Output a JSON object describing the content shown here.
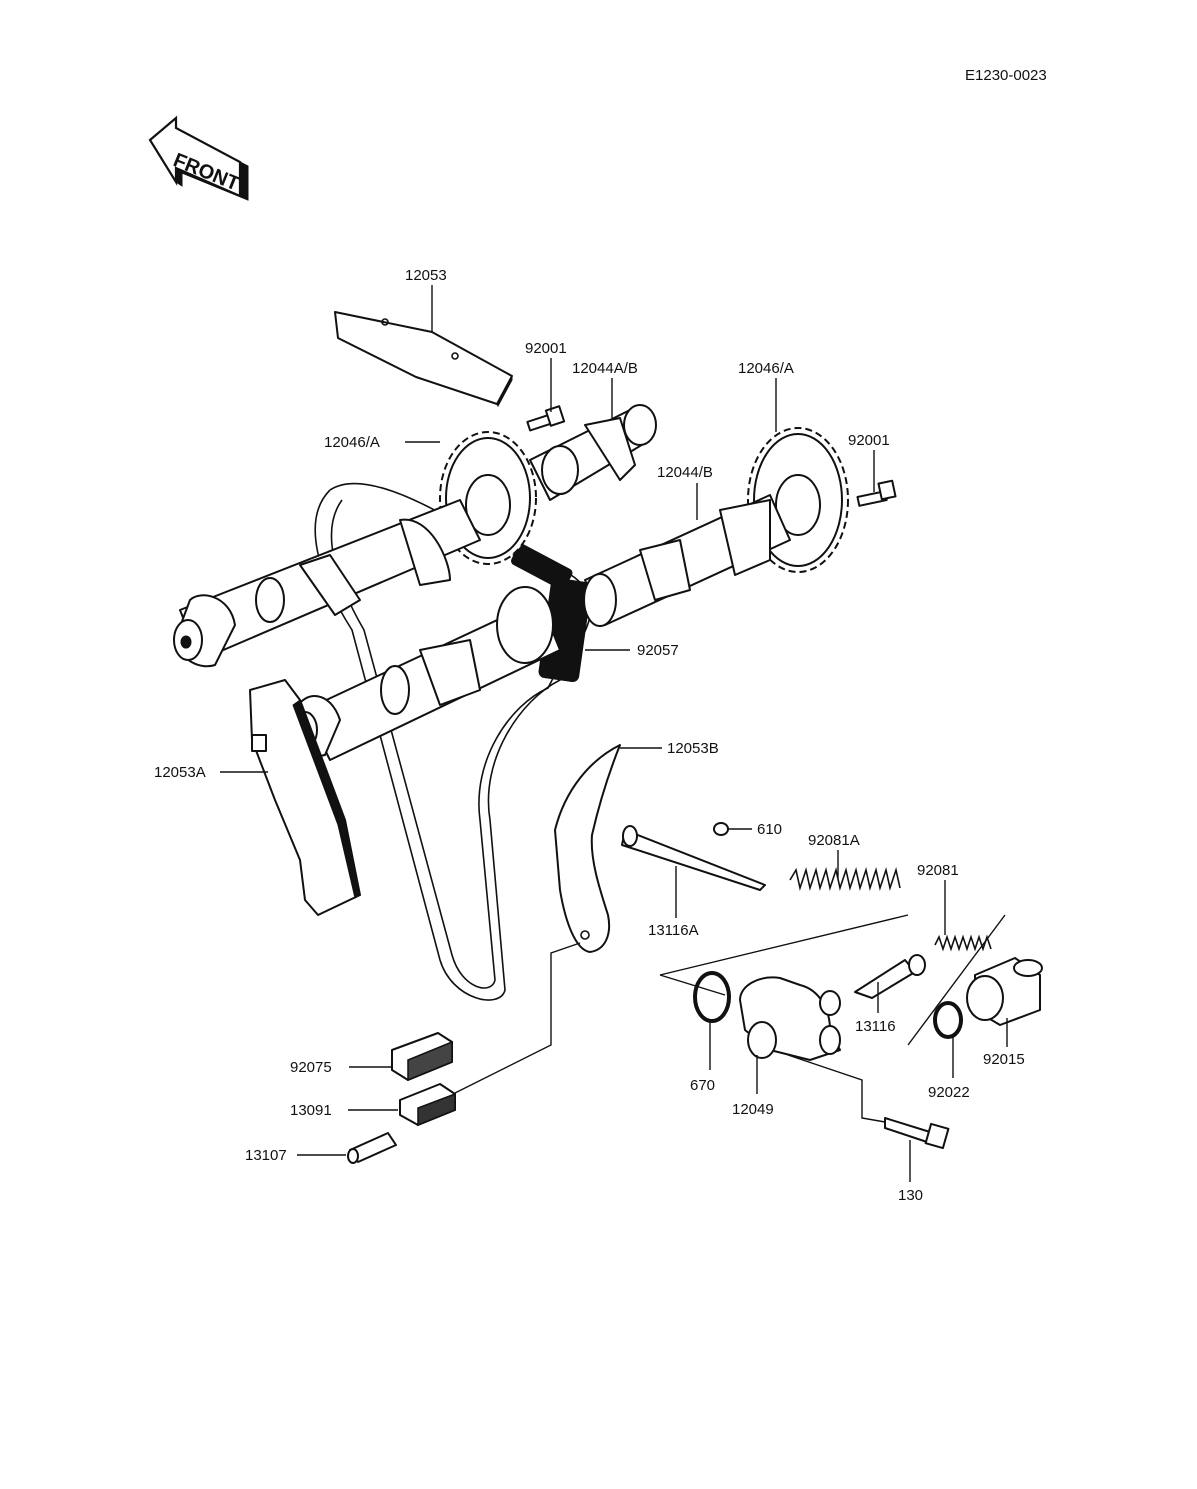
{
  "diagram": {
    "code": "E1230-0023",
    "front_label": "FRONT",
    "parts": {
      "guide_top": "12053",
      "bolt_left": "92001",
      "camshaft_left": "12044A/B",
      "sprocket_left": "12046/A",
      "sprocket_right": "12046/A",
      "bolt_right": "92001",
      "camshaft_right": "12044/B",
      "chain": "92057",
      "guide_rear": "12053A",
      "guide_tensioner": "12053B",
      "pin": "610",
      "push_rod": "13116A",
      "spring_large": "92081A",
      "spring_small": "92081",
      "plunger": "13116",
      "o_ring": "670",
      "tensioner_body": "12049",
      "cap": "92015",
      "washer": "92022",
      "bolt_bottom": "130",
      "damper": "92075",
      "holder": "13091",
      "pivot_pin": "13107"
    }
  }
}
